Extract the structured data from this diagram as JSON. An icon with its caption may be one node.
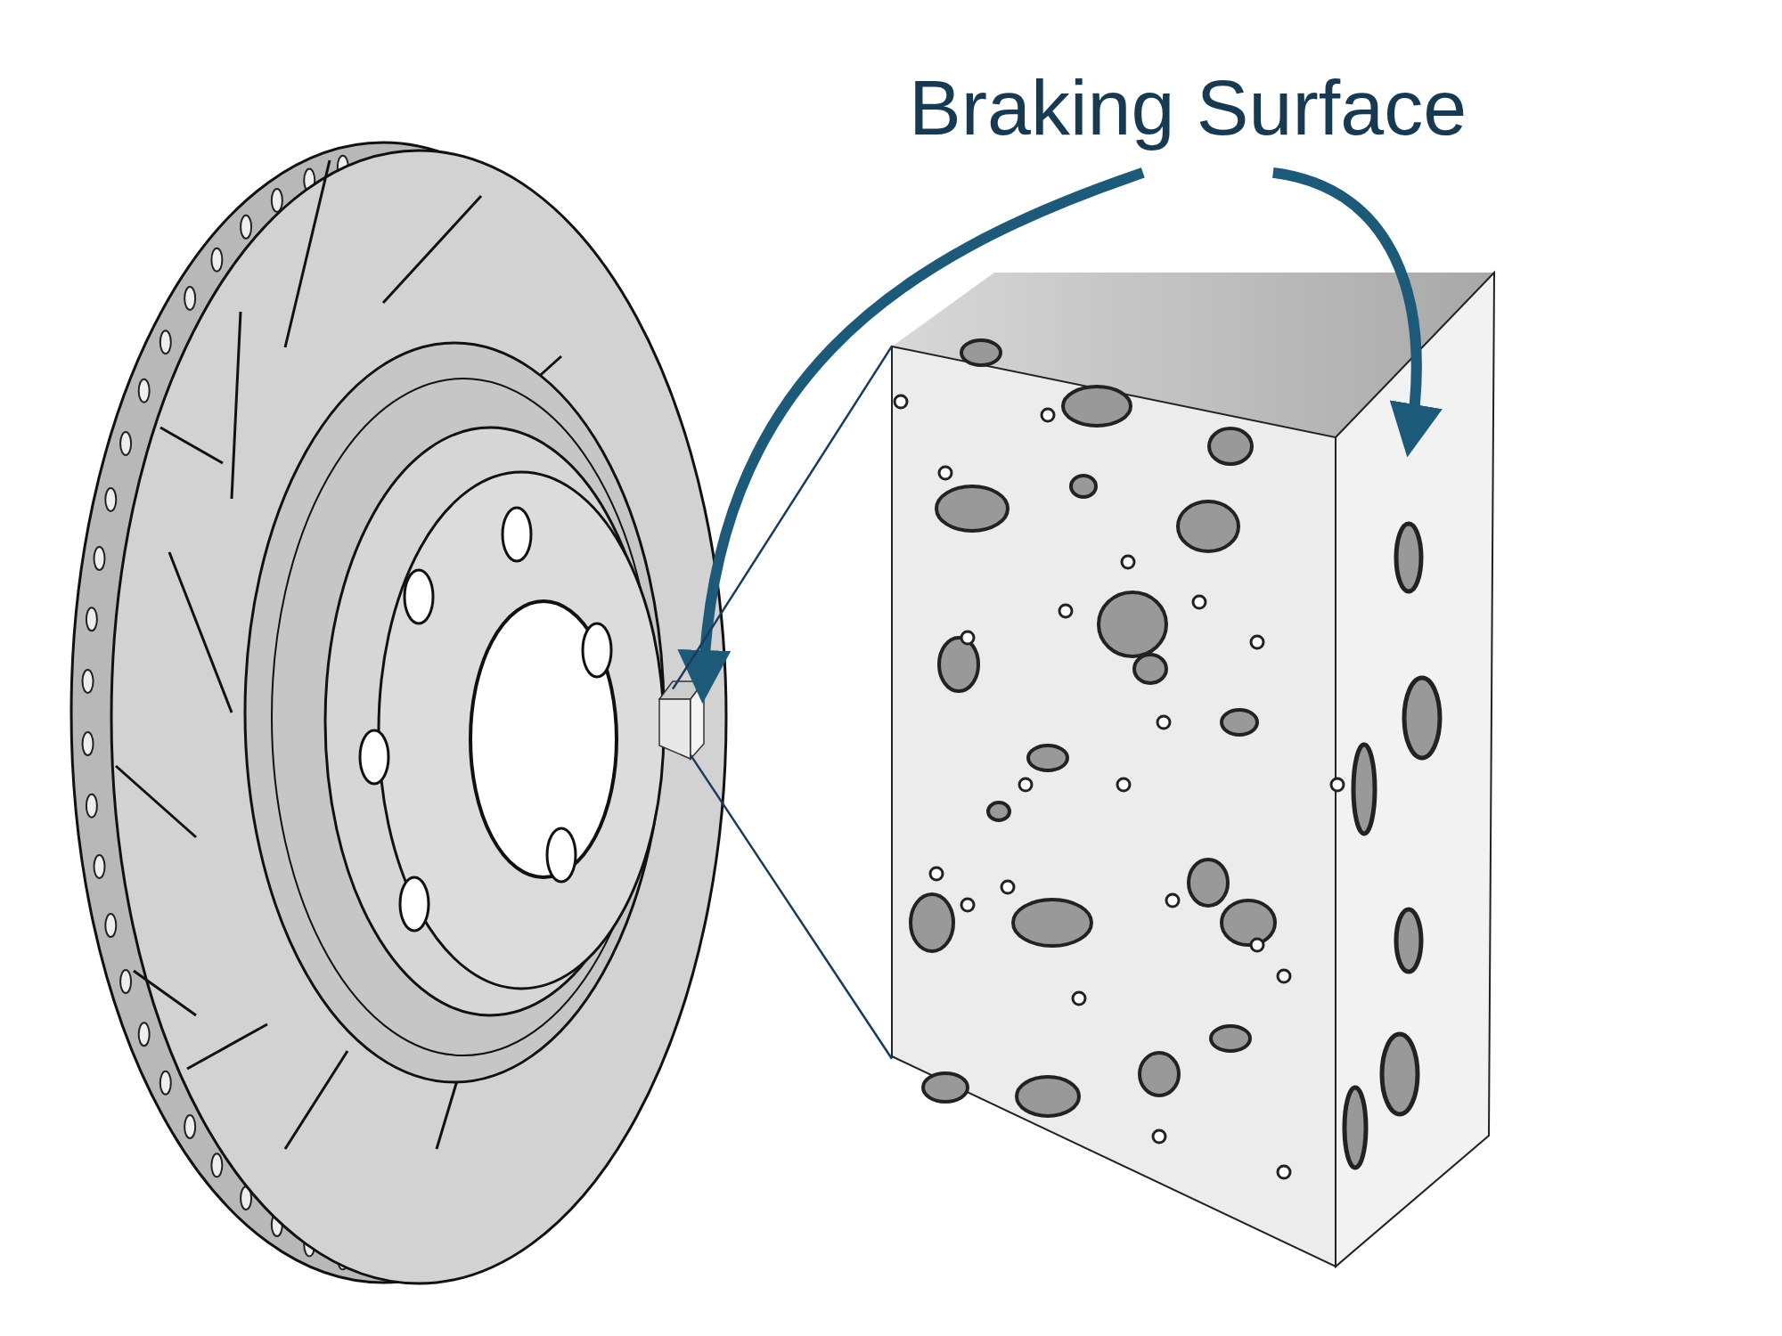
{
  "diagram": {
    "nodes": [
      {
        "text": [
          "Braking Surface"
        ]
      },
      {
        "text": [],
        "shape": "picture"
      },
      {
        "text": [],
        "shape": "box",
        "in": 1
      },
      {
        "text": [],
        "shape": "picture"
      }
    ],
    "edges": [
      {
        "from": 0,
        "to": 2,
        "arrow": "to",
        "style": "thick",
        "color": "#1d5a7a"
      },
      {
        "from": 0,
        "to": 3,
        "arrow": "to",
        "style": "thick",
        "color": "#1d5a7a"
      },
      {
        "from": 2,
        "to": 3,
        "arrow": "none",
        "color": "#1a3a5c"
      },
      {
        "from": 2,
        "to": 3,
        "arrow": "none",
        "color": "#1a3a5c"
      }
    ]
  }
}
